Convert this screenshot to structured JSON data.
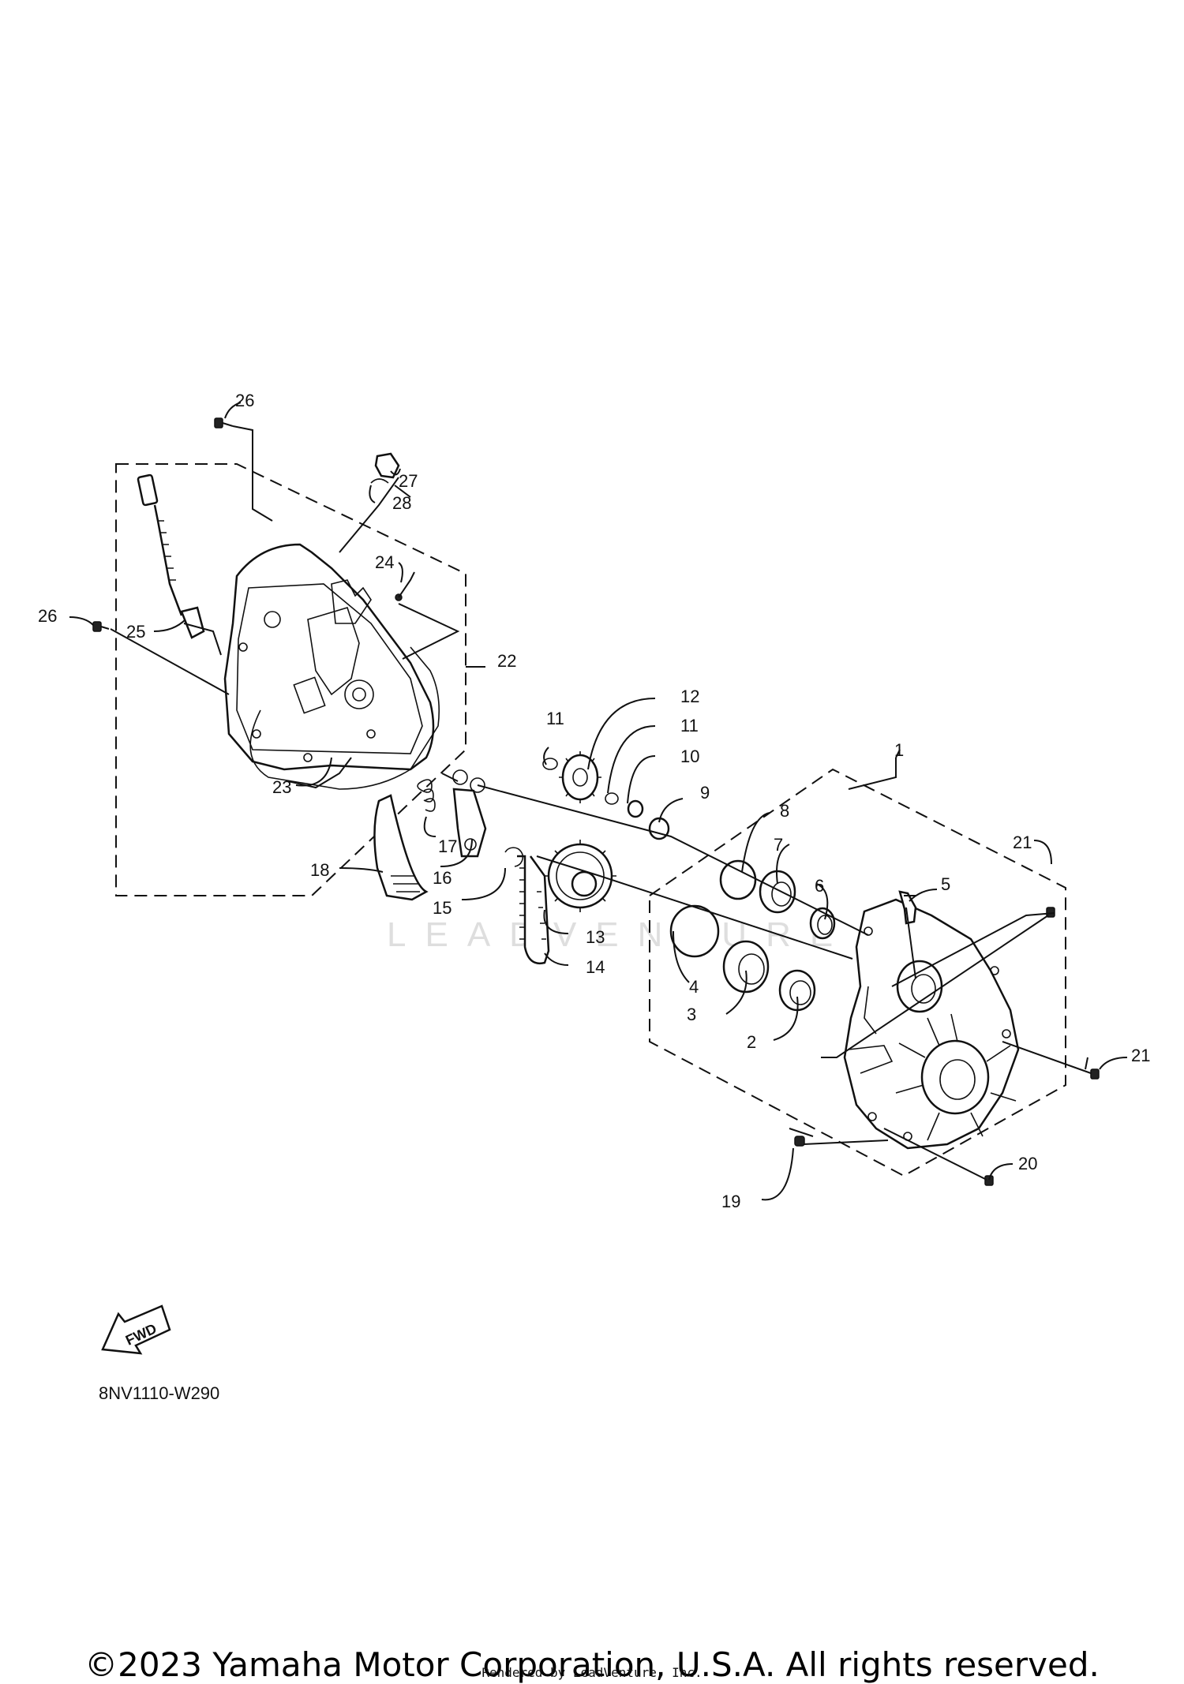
{
  "diagram": {
    "code": "8NV1110-W290",
    "fwd_label": "FWD",
    "watermark": "LEADVENTURE"
  },
  "callouts": [
    "1",
    "2",
    "3",
    "4",
    "5",
    "6",
    "7",
    "8",
    "9",
    "10",
    "11",
    "11",
    "12",
    "13",
    "14",
    "15",
    "16",
    "17",
    "18",
    "19",
    "20",
    "21",
    "21",
    "22",
    "23",
    "24",
    "25",
    "26",
    "26",
    "27",
    "28"
  ],
  "footer": {
    "copyright": "©2023 Yamaha Motor Corporation, U.S.A. All rights reserved.",
    "rendered_by": "Rendered by LeadVenture, Inc."
  }
}
